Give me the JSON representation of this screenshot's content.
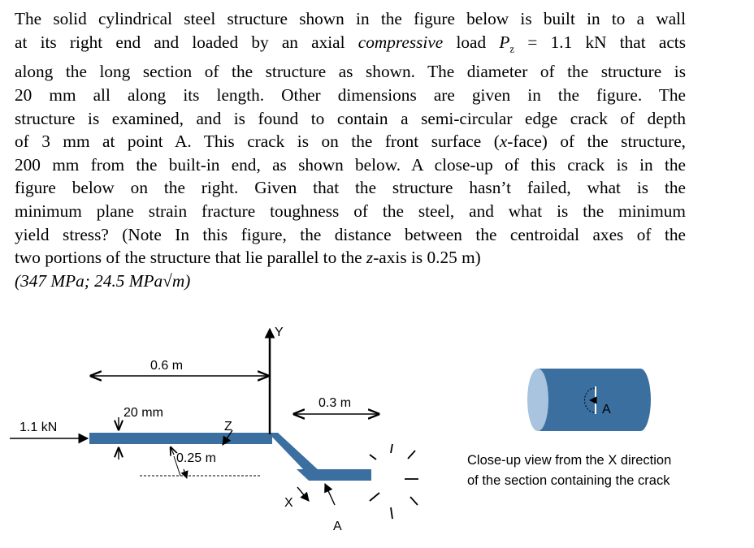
{
  "problem": {
    "lines": [
      "The solid cylindrical steel structure shown in the figure below is built in to a wall",
      [
        "at its right end and loaded by an axial ",
        "compressive",
        " load ",
        "P",
        "z",
        " = 1.1 kN that acts"
      ],
      "along the long section of the structure as shown. The diameter of the structure is",
      "20 mm all along its length.  Other dimensions are given in the figure. The",
      "structure is examined, and is found to contain a semi-circular edge crack of depth",
      [
        "of 3 mm at point A.  This crack is on the front surface (",
        "x",
        "-face) of the structure,"
      ],
      "200 mm from the built-in end, as shown below.  A close-up of this crack is in the",
      "figure below on the right. Given that the structure hasn’t failed, what is the",
      "minimum plane strain fracture toughness of the steel, and what is the minimum",
      "yield stress? (Note In this figure, the distance between the centroidal axes of the",
      [
        "two portions of the structure that lie parallel to the ",
        "z",
        "-axis is 0.25 m)"
      ]
    ],
    "answer": "(347 MPa; 24.5 MPa√m)"
  },
  "figure": {
    "labels": {
      "dim_0_6": "0.6 m",
      "dim_0_3": "0.3 m",
      "dim_20mm": "20 mm",
      "dim_0_25": "0.25 m",
      "load": "1.1 kN",
      "axis_y": "Y",
      "axis_z": "Z",
      "axis_x": "X",
      "point_a": "A",
      "closeup_a": "A"
    },
    "caption": [
      "Close-up view from the X direction",
      "of the section containing the crack"
    ],
    "colors": {
      "steel": "#3a6f9f",
      "steel_end": "#a9c4de",
      "wall": "#000000"
    }
  }
}
